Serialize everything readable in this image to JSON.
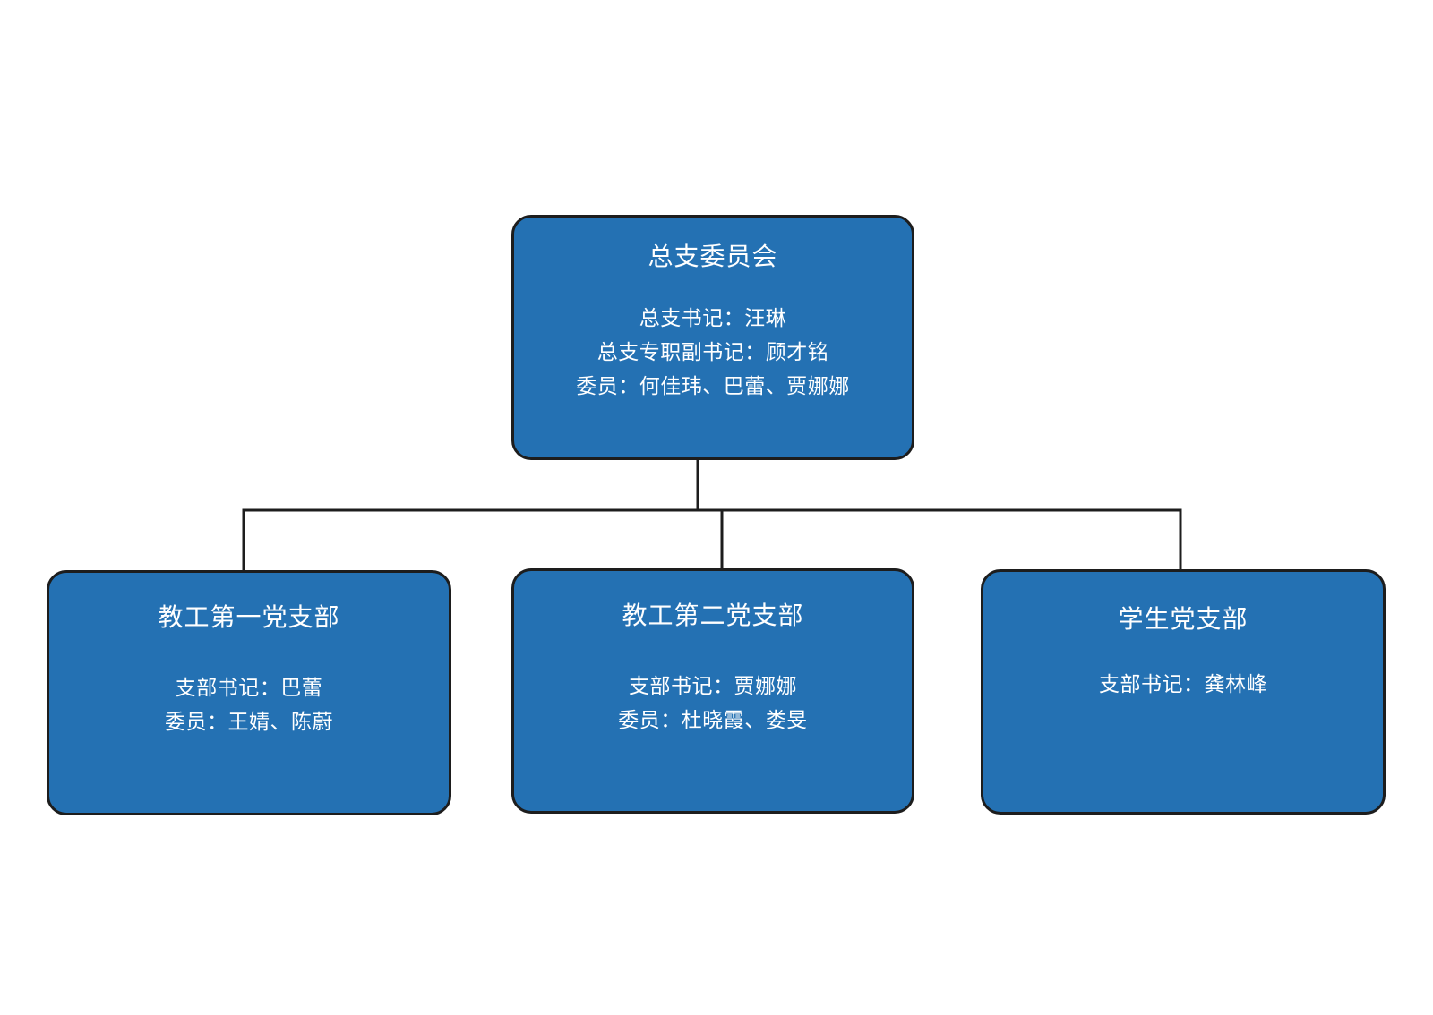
{
  "root": {
    "title": "总支委员会",
    "lines": [
      "总支书记：汪琳",
      "总支专职副书记：顾才铭",
      "委员：何佳玮、巴蕾、贾娜娜"
    ]
  },
  "branches": [
    {
      "title": "教工第一党支部",
      "lines": [
        "支部书记：巴蕾",
        "委员：王婧、陈蔚"
      ]
    },
    {
      "title": "教工第二党支部",
      "lines": [
        "支部书记：贾娜娜",
        "委员：杜晓霞、娄旻"
      ]
    },
    {
      "title": "学生党支部",
      "lines": [
        "支部书记：龚林峰"
      ]
    }
  ],
  "colors": {
    "node_fill": "#2471b3",
    "border": "#1d1d1d",
    "text": "#ffffff",
    "background": "#ffffff"
  }
}
